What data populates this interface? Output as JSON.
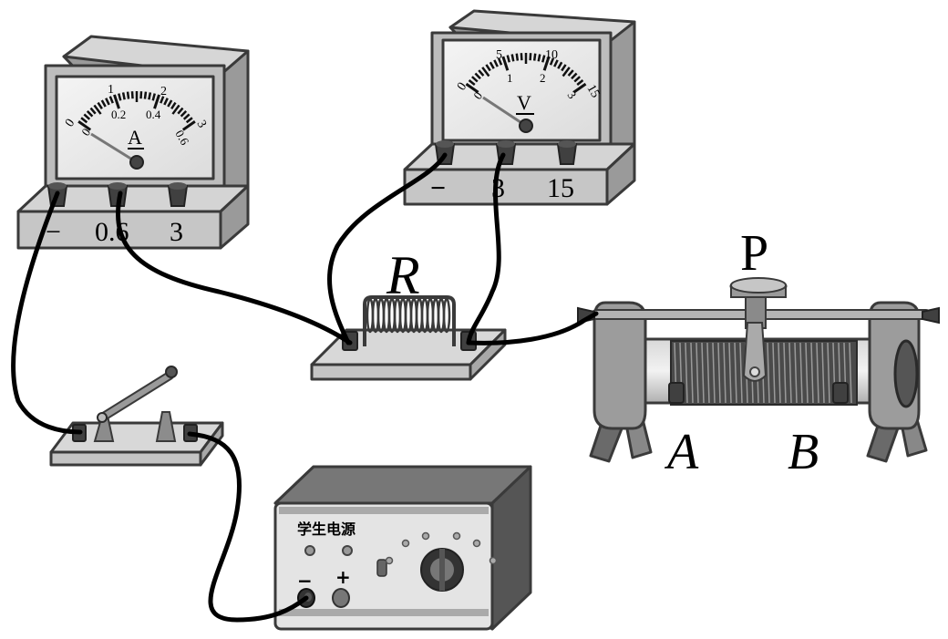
{
  "ammeter": {
    "symbol": "A",
    "scale_top": [
      "0",
      "1",
      "2",
      "3"
    ],
    "scale_bottom": [
      "0",
      "0.2",
      "0.4",
      "0.6"
    ],
    "terminals": [
      "−",
      "0.6",
      "3"
    ],
    "needle_reading": 0
  },
  "voltmeter": {
    "symbol": "V",
    "scale_top": [
      "0",
      "5",
      "10",
      "15"
    ],
    "scale_bottom": [
      "0",
      "1",
      "2",
      "3"
    ],
    "terminals": [
      "−",
      "3",
      "15"
    ],
    "needle_reading": 0
  },
  "resistor": {
    "label": "R"
  },
  "rheostat": {
    "slider_label": "P",
    "end_a": "A",
    "end_b": "B"
  },
  "switch": {
    "state": "open"
  },
  "power_supply": {
    "title": "学生电源",
    "neg_label": "−",
    "pos_label": "+"
  },
  "colors": {
    "wire": "#000000",
    "body": "#c8c8c8",
    "dark": "#3a3a3a"
  }
}
